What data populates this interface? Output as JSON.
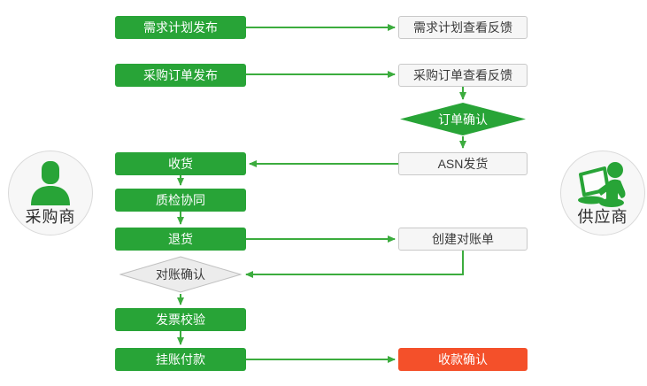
{
  "actors": {
    "buyer": {
      "label": "采购商",
      "icon": "person-icon"
    },
    "supplier": {
      "label": "供应商",
      "icon": "person-laptop-icon"
    }
  },
  "nodes": {
    "demand_plan_publish": {
      "label": "需求计划发布",
      "type": "process-green"
    },
    "demand_plan_feedback": {
      "label": "需求计划查看反馈",
      "type": "process-light"
    },
    "po_publish": {
      "label": "采购订单发布",
      "type": "process-green"
    },
    "po_feedback": {
      "label": "采购订单查看反馈",
      "type": "process-light"
    },
    "order_confirm": {
      "label": "订单确认",
      "type": "decision-green"
    },
    "asn_ship": {
      "label": "ASN发货",
      "type": "process-light"
    },
    "receive": {
      "label": "收货",
      "type": "process-green"
    },
    "quality_collab": {
      "label": "质检协同",
      "type": "process-green"
    },
    "return_goods": {
      "label": "退货",
      "type": "process-green"
    },
    "create_statement": {
      "label": "创建对账单",
      "type": "process-light"
    },
    "statement_confirm": {
      "label": "对账确认",
      "type": "decision-gray"
    },
    "invoice_verify": {
      "label": "发票校验",
      "type": "process-green"
    },
    "payment": {
      "label": "挂账付款",
      "type": "process-green"
    },
    "payment_confirm": {
      "label": "收款确认",
      "type": "process-red"
    }
  },
  "edges": [
    {
      "from": "需求计划发布",
      "to": "需求计划查看反馈"
    },
    {
      "from": "采购订单发布",
      "to": "采购订单查看反馈"
    },
    {
      "from": "采购订单查看反馈",
      "to": "订单确认"
    },
    {
      "from": "订单确认",
      "to": "ASN发货"
    },
    {
      "from": "ASN发货",
      "to": "收货"
    },
    {
      "from": "收货",
      "to": "质检协同"
    },
    {
      "from": "质检协同",
      "to": "退货"
    },
    {
      "from": "退货",
      "to": "创建对账单"
    },
    {
      "from": "创建对账单",
      "to": "对账确认"
    },
    {
      "from": "对账确认",
      "to": "发票校验"
    },
    {
      "from": "发票校验",
      "to": "挂账付款"
    },
    {
      "from": "挂账付款",
      "to": "收款确认"
    }
  ],
  "colors": {
    "process_green": "#28A437",
    "arrow_green": "#3CAC3E",
    "terminal_red": "#F4502A",
    "light_box_fill": "#F6F6F6",
    "light_box_border": "#C9C9C9",
    "gray_diamond_fill": "#ECECEC",
    "circle_fill": "#F7F7F7"
  }
}
